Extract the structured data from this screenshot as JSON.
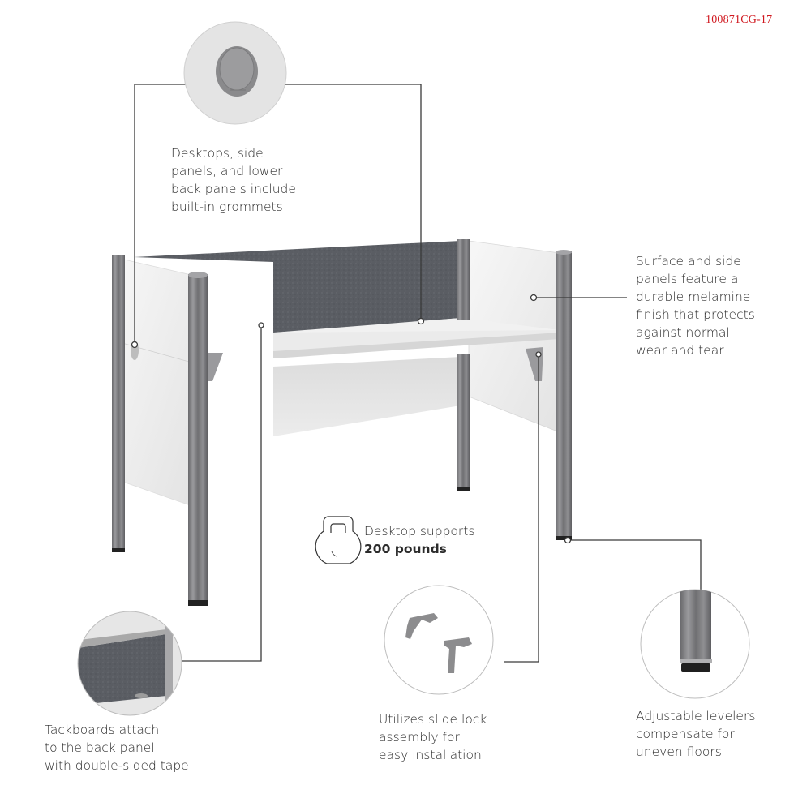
{
  "sku": "100871CG-17",
  "product": {
    "name": "cubicle-workstation",
    "colors": {
      "panel_white": "#f4f4f4",
      "tackboard_gray": "#55585e",
      "post_metal": "#7d7d80",
      "leader_line": "#333333",
      "sku_red": "#d0181f"
    }
  },
  "callouts": [
    {
      "id": "grommets",
      "icon": "grommet-detail-icon",
      "lines": [
        "Desktops, side",
        "panels, and lower",
        "back panels include",
        "built-in grommets"
      ]
    },
    {
      "id": "melamine",
      "lines": [
        "Surface and side",
        "panels feature a",
        "durable melamine",
        "finish that protects",
        "against normal",
        "wear and tear"
      ]
    },
    {
      "id": "weight",
      "icon": "kettlebell-icon",
      "line1": "Desktop supports",
      "line2": "200 pounds"
    },
    {
      "id": "tackboards",
      "icon": "tackboard-detail-icon",
      "lines": [
        "Tackboards attach",
        "to the back panel",
        "with double-sided tape"
      ]
    },
    {
      "id": "slide-lock",
      "icon": "bracket-detail-icon",
      "lines": [
        "Utilizes slide lock",
        "assembly for",
        "easy installation"
      ]
    },
    {
      "id": "levelers",
      "icon": "leveler-detail-icon",
      "lines": [
        "Adjustable levelers",
        "compensate for",
        "uneven floors"
      ]
    }
  ]
}
